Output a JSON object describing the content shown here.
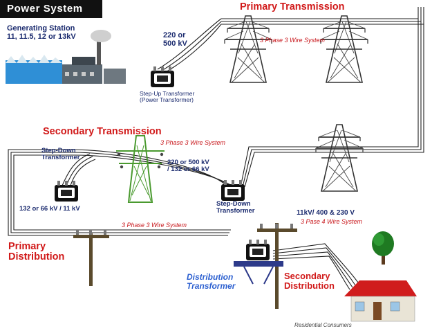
{
  "title": "Power System",
  "labels": {
    "primary_transmission": "Primary Transmission",
    "secondary_transmission": "Secondary Transmission",
    "primary_distribution": [
      "Primary",
      "Distribution"
    ],
    "secondary_distribution": [
      "Secondary",
      "Distribution"
    ],
    "generating_station": [
      "Generating Station",
      "11, 11.5, 12 or 13kV"
    ],
    "voltage_220_500": [
      "220 or",
      "500 kV"
    ],
    "step_up": [
      "Step-Up Transformer",
      "(Power Transformer)"
    ],
    "wire_3p3_top": "3 Phase 3 Wire System",
    "wire_3p3_mid": "3 Phase 3 Wire System",
    "wire_3p3_low": "3 Phase 3 Wire System",
    "wire_3p4": "3 Pase 4 Wire System",
    "step_down_left": [
      "Step-Down",
      "Transformer"
    ],
    "voltage_mid": [
      "220 or 500 kV",
      "/ 132 or 66 kV"
    ],
    "step_down_right": [
      "Step-Down",
      "Transformer"
    ],
    "voltage_132_66": "132 or 66 kV / 11 kV",
    "voltage_11kv": "11kV/ 400 & 230 V",
    "distribution_transformer": [
      "Distribution",
      "Transformer"
    ],
    "residential": "Residential Consumers"
  },
  "colors": {
    "title_bg": "#111111",
    "heading_red": "#d11a1a",
    "label_navy": "#1a2a6e",
    "label_blue": "#2b5fd0",
    "line": "#1e1e1e"
  },
  "icons": [
    "power-plant-icon",
    "transmission-tower-icon",
    "transformer-icon",
    "utility-pole-icon",
    "tree-icon",
    "house-icon"
  ]
}
